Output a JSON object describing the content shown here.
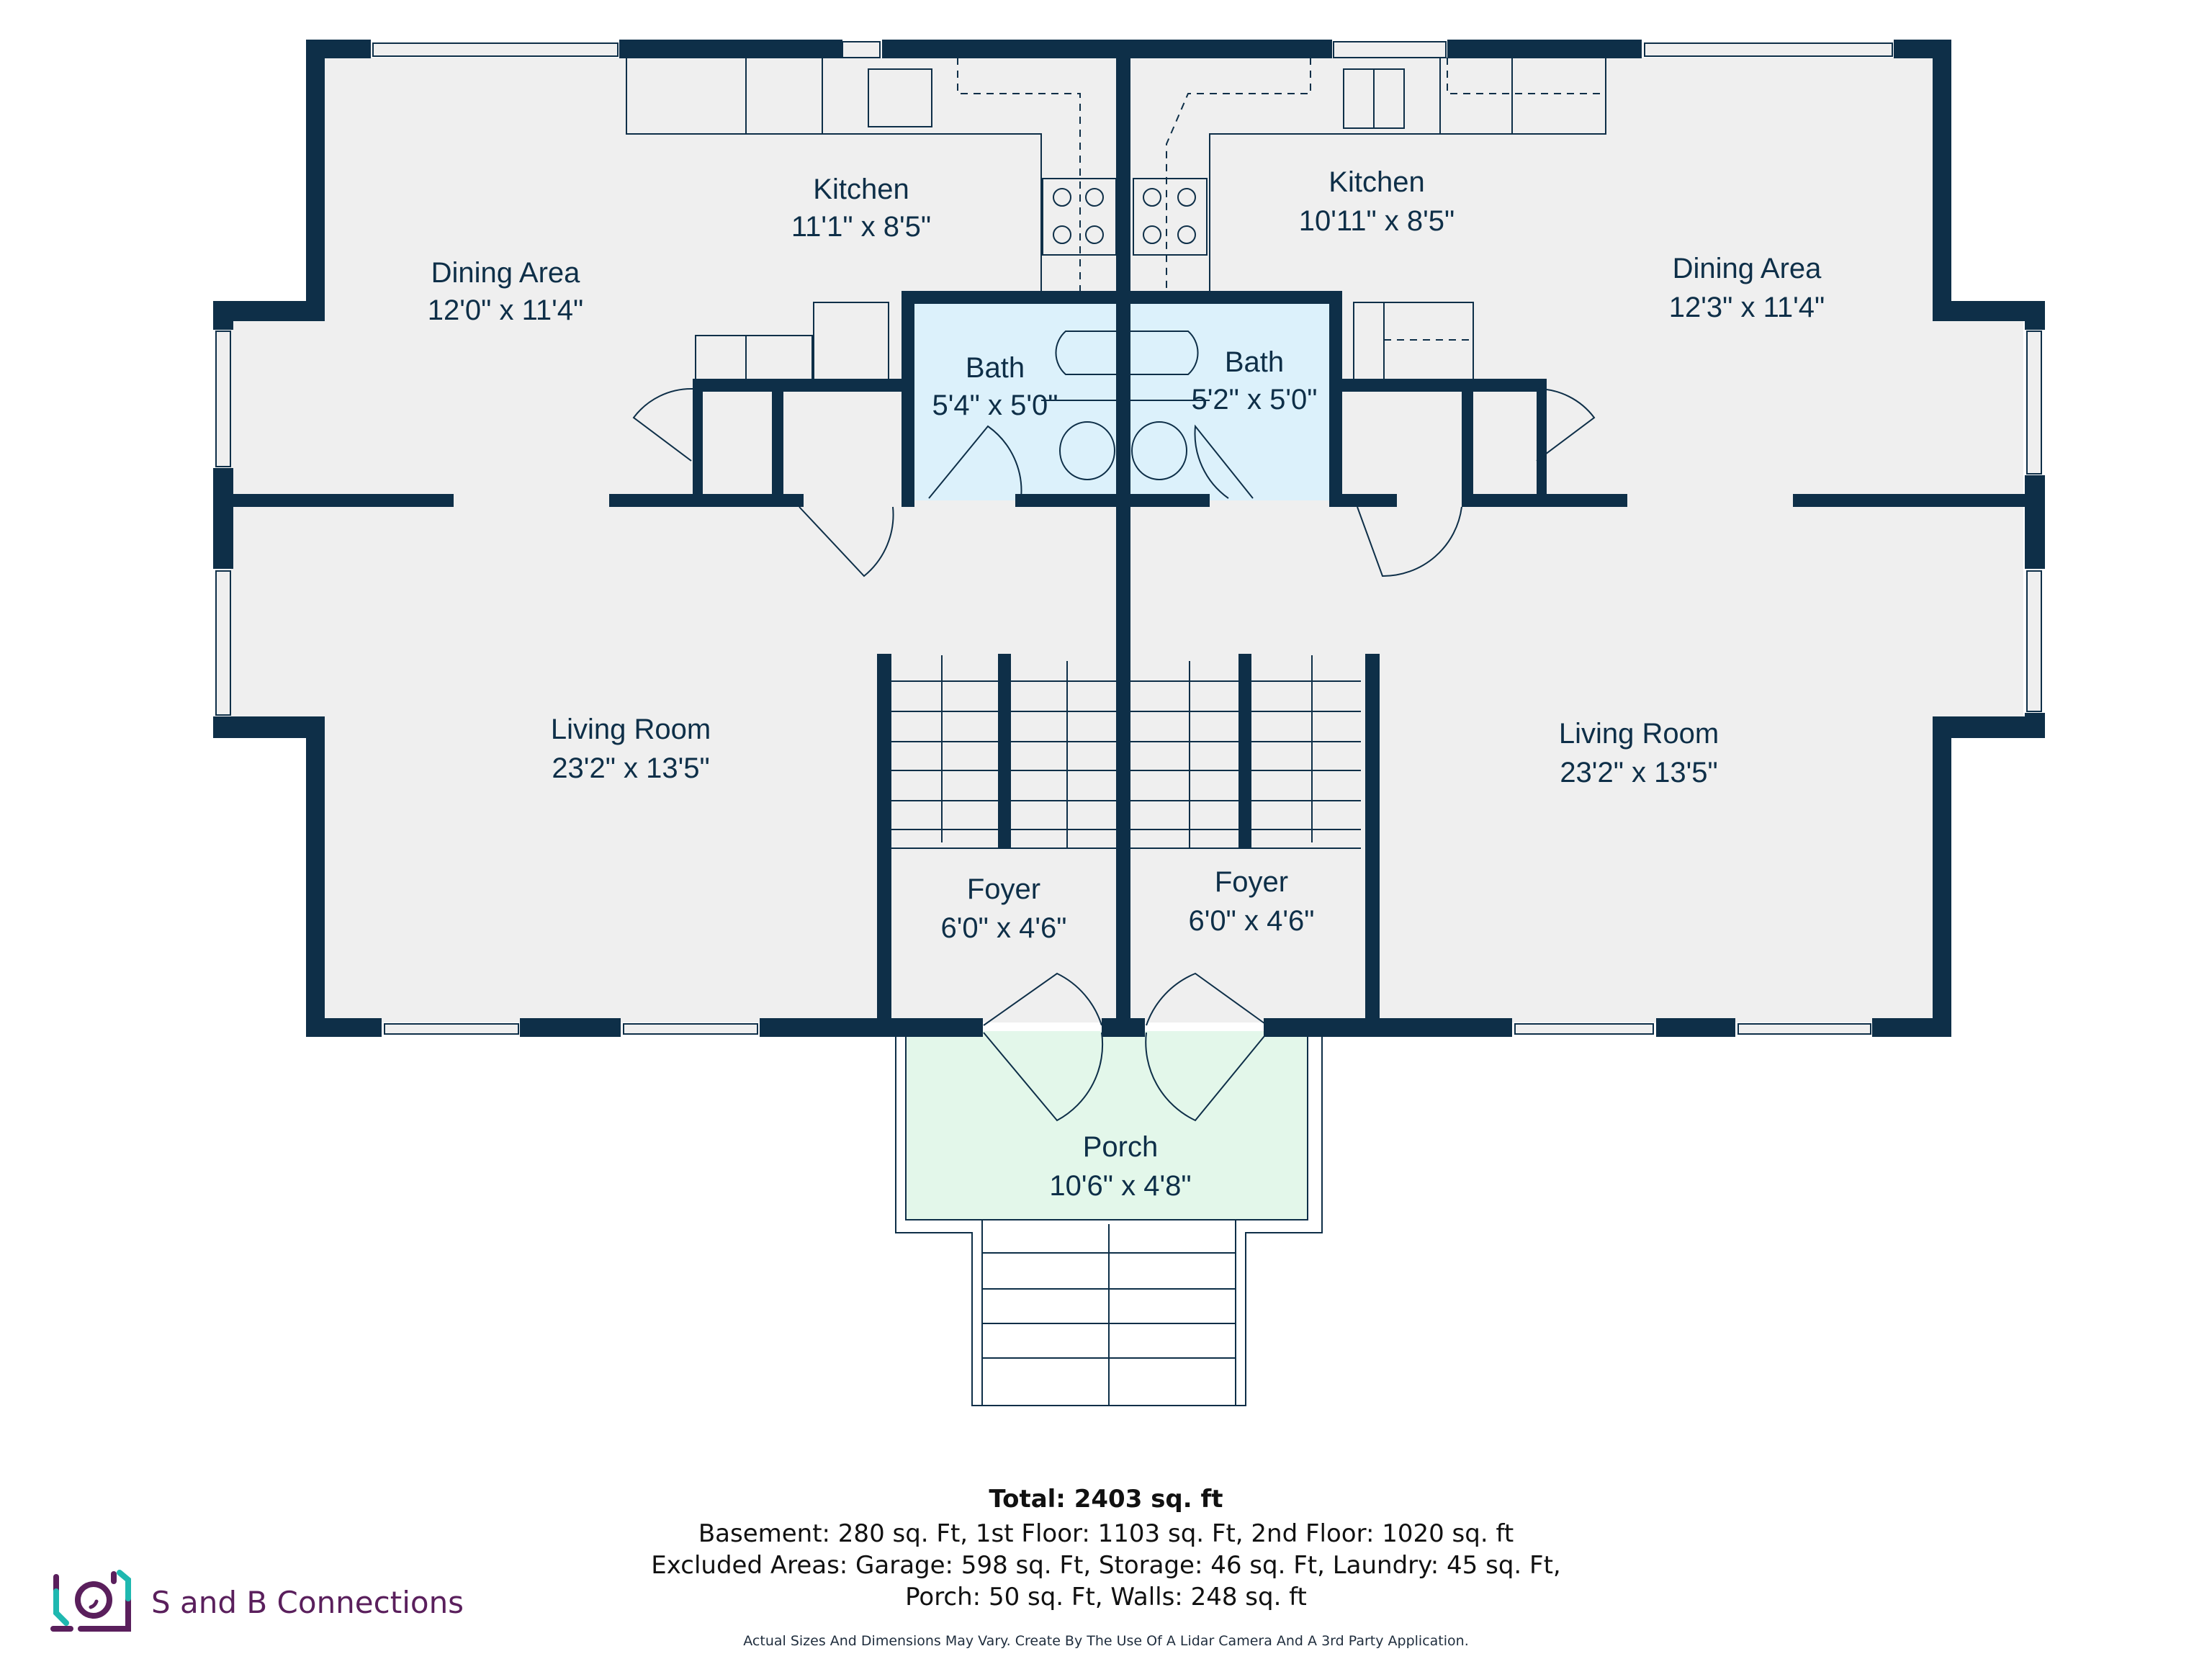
{
  "colors": {
    "wall": "#0e2f48",
    "floor": "#efefef",
    "bath_fill": "#dcf1fb",
    "porch_fill": "#e3f7ea",
    "text": "#0e2f48",
    "logo_purple": "#5a1f5c",
    "logo_teal": "#1fb8b0"
  },
  "rooms": [
    {
      "id": "dining-left",
      "name": "Dining Area",
      "dims": "12'0\" x 11'4\""
    },
    {
      "id": "kitchen-left",
      "name": "Kitchen",
      "dims": "11'1\" x 8'5\""
    },
    {
      "id": "bath-left",
      "name": "Bath",
      "dims": "5'4\" x 5'0\""
    },
    {
      "id": "bath-right",
      "name": "Bath",
      "dims": "5'2\" x 5'0\""
    },
    {
      "id": "kitchen-right",
      "name": "Kitchen",
      "dims": "10'11\" x 8'5\""
    },
    {
      "id": "dining-right",
      "name": "Dining Area",
      "dims": "12'3\" x 11'4\""
    },
    {
      "id": "living-left",
      "name": "Living Room",
      "dims": "23'2\" x 13'5\""
    },
    {
      "id": "living-right",
      "name": "Living Room",
      "dims": "23'2\" x 13'5\""
    },
    {
      "id": "foyer-left",
      "name": "Foyer",
      "dims": "6'0\" x 4'6\""
    },
    {
      "id": "foyer-right",
      "name": "Foyer",
      "dims": "6'0\" x 4'6\""
    },
    {
      "id": "porch",
      "name": "Porch",
      "dims": "10'6\" x 4'8\""
    }
  ],
  "summary": {
    "total": "Total: 2403 sq. ft",
    "line1": "Basement: 280 sq. Ft, 1st Floor: 1103 sq. Ft, 2nd Floor: 1020 sq. ft",
    "line2": "Excluded Areas: Garage: 598 sq. Ft, Storage: 46 sq. Ft, Laundry: 45 sq. Ft,",
    "line3": "Porch: 50 sq. Ft, Walls: 248 sq. ft",
    "disclaimer": "Actual Sizes And Dimensions May Vary. Create By The Use Of A Lidar Camera And A 3rd Party Application."
  },
  "branding": {
    "company": "S and B Connections",
    "logo_icon": "camera-house-icon"
  }
}
